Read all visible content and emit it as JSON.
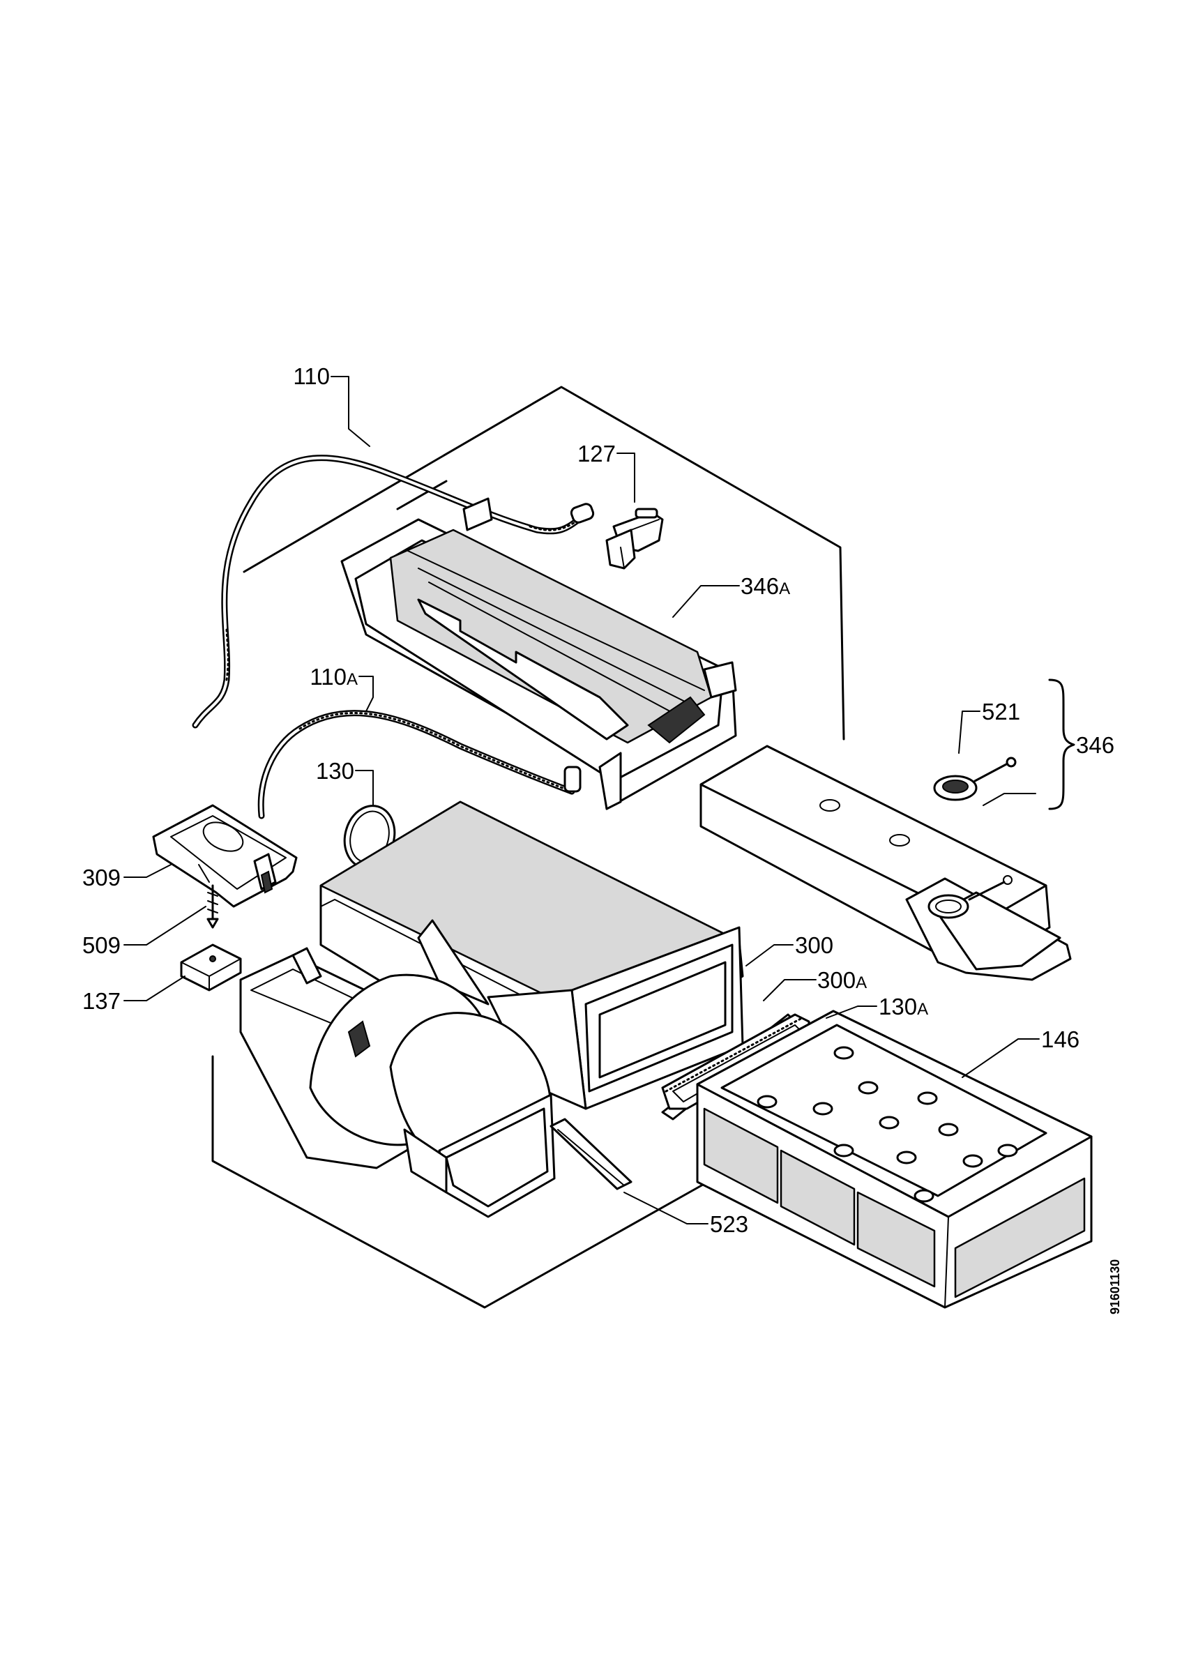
{
  "figure_id": "91601130",
  "callouts": {
    "p110": {
      "num": "110",
      "suffix": ""
    },
    "p127": {
      "num": "127",
      "suffix": ""
    },
    "p346a": {
      "num": "346",
      "suffix": "A"
    },
    "p110a": {
      "num": "110",
      "suffix": "A"
    },
    "p521": {
      "num": "521",
      "suffix": ""
    },
    "p346": {
      "num": "346",
      "suffix": ""
    },
    "p130": {
      "num": "130",
      "suffix": ""
    },
    "p309": {
      "num": "309",
      "suffix": ""
    },
    "p509": {
      "num": "509",
      "suffix": ""
    },
    "p137": {
      "num": "137",
      "suffix": ""
    },
    "p300": {
      "num": "300",
      "suffix": ""
    },
    "p300a": {
      "num": "300",
      "suffix": "A"
    },
    "p130a": {
      "num": "130",
      "suffix": "A"
    },
    "p146": {
      "num": "146",
      "suffix": ""
    },
    "p523": {
      "num": "523",
      "suffix": ""
    }
  }
}
